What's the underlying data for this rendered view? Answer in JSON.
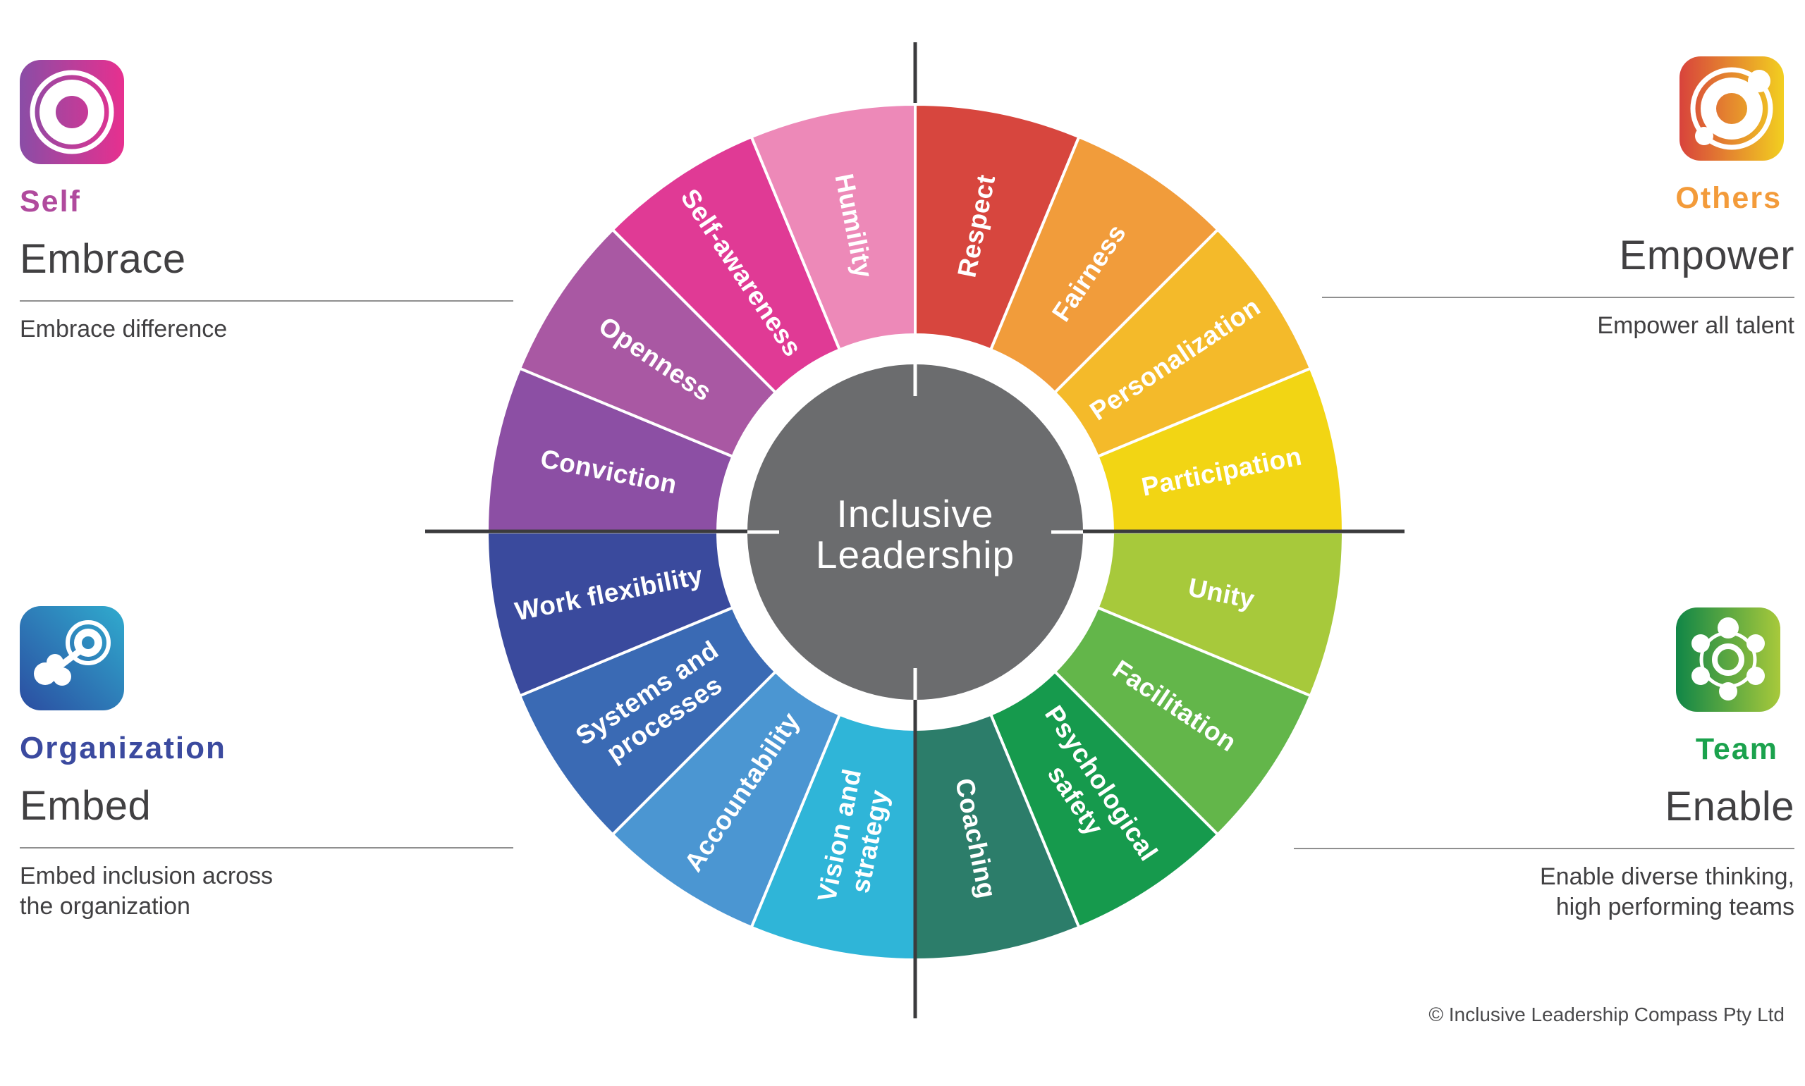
{
  "page": {
    "background": "#ffffff"
  },
  "chart_data": {
    "type": "pie",
    "title": "Inclusive Leadership Compass",
    "layout": "16 equal ring segments of 22.5 degrees, starting at 12 o'clock, clockwise; gray hub circle in center; crosshair axes through center",
    "center": {
      "line1": "Inclusive",
      "line2": "Leadership",
      "bg_color": "#6b6c6e",
      "text_color": "#ffffff"
    },
    "crosshair_color": "#3b3b3d",
    "segment_angle_deg": 22.5,
    "segments": [
      {
        "label": "Respect",
        "color": "#d7463e",
        "quadrant": "Others"
      },
      {
        "label": "Fairness",
        "color": "#f19c3b",
        "quadrant": "Others"
      },
      {
        "label": "Personalization",
        "color": "#f4ba2a",
        "quadrant": "Others"
      },
      {
        "label": "Participation",
        "color": "#f2d514",
        "quadrant": "Others"
      },
      {
        "label": "Unity",
        "color": "#a7c93b",
        "quadrant": "Team"
      },
      {
        "label": "Facilitation",
        "color": "#63b64a",
        "quadrant": "Team"
      },
      {
        "label": "Psychological\nsafety",
        "color": "#169a4d",
        "quadrant": "Team"
      },
      {
        "label": "Coaching",
        "color": "#2c7d6a",
        "quadrant": "Team"
      },
      {
        "label": "Vision and\nstrategy",
        "color": "#2fb5d8",
        "quadrant": "Organization"
      },
      {
        "label": "Accountability",
        "color": "#4b96d2",
        "quadrant": "Organization"
      },
      {
        "label": "Systems and\nprocesses",
        "color": "#3a6ab4",
        "quadrant": "Organization"
      },
      {
        "label": "Work flexibility",
        "color": "#3a4a9d",
        "quadrant": "Organization"
      },
      {
        "label": "Conviction",
        "color": "#8c4fa4",
        "quadrant": "Self"
      },
      {
        "label": "Openness",
        "color": "#a958a3",
        "quadrant": "Self"
      },
      {
        "label": "Self-awareness",
        "color": "#e03a95",
        "quadrant": "Self"
      },
      {
        "label": "Humility",
        "color": "#ed89b8",
        "quadrant": "Self"
      }
    ]
  },
  "quadrants": {
    "self": {
      "category": "Self",
      "category_color": "#b04a9d",
      "heading": "Embrace",
      "description": "Embrace difference",
      "icon": "concentric-target-icon",
      "icon_gradient": [
        "#8a4da6",
        "#e7308f"
      ]
    },
    "others": {
      "category": "Others",
      "category_color": "#f39b3a",
      "heading": "Empower",
      "description": "Empower all talent",
      "icon": "orbit-target-icon",
      "icon_gradient": [
        "#d8433c",
        "#f2cf20"
      ]
    },
    "organization": {
      "category": "Organization",
      "category_color": "#3b4a9f",
      "heading": "Embed",
      "description": "Embed inclusion across\nthe organization",
      "icon": "node-network-icon",
      "icon_gradient": [
        "#2b4da1",
        "#30abce"
      ]
    },
    "team": {
      "category": "Team",
      "category_color": "#1ba24d",
      "heading": "Enable",
      "description": "Enable diverse thinking,\nhigh performing teams",
      "icon": "team-hub-icon",
      "icon_gradient": [
        "#108647",
        "#a8c93b"
      ]
    }
  },
  "footer": {
    "copyright": "© Inclusive Leadership Compass Pty Ltd"
  }
}
